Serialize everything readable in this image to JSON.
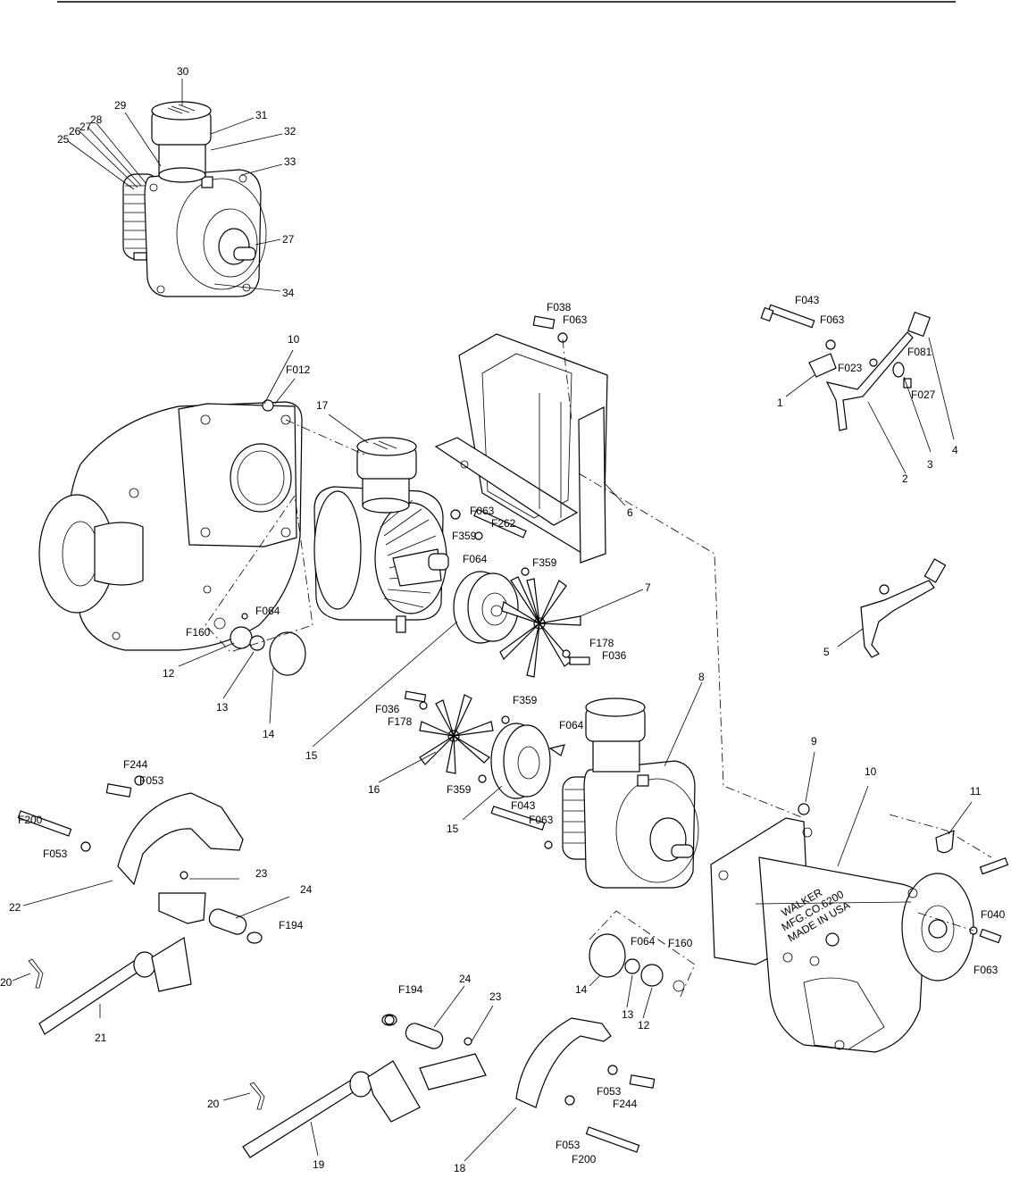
{
  "callouts": [
    {
      "id": "c30",
      "text": "30"
    },
    {
      "id": "c31",
      "text": "31"
    },
    {
      "id": "c32",
      "text": "32"
    },
    {
      "id": "c33",
      "text": "33"
    },
    {
      "id": "c29",
      "text": "29"
    },
    {
      "id": "c28",
      "text": "28"
    },
    {
      "id": "c27a",
      "text": "27"
    },
    {
      "id": "c26",
      "text": "26"
    },
    {
      "id": "c25",
      "text": "25"
    },
    {
      "id": "c27b",
      "text": "27"
    },
    {
      "id": "c34",
      "text": "34"
    },
    {
      "id": "cF038",
      "text": "F038"
    },
    {
      "id": "cF063a",
      "text": "F063"
    },
    {
      "id": "cF043a",
      "text": "F043"
    },
    {
      "id": "cF063b",
      "text": "F063"
    },
    {
      "id": "cF023",
      "text": "F023"
    },
    {
      "id": "cF081",
      "text": "F081"
    },
    {
      "id": "cF027",
      "text": "F027"
    },
    {
      "id": "c1",
      "text": "1"
    },
    {
      "id": "c2",
      "text": "2"
    },
    {
      "id": "c3",
      "text": "3"
    },
    {
      "id": "c4",
      "text": "4"
    },
    {
      "id": "c10a",
      "text": "10"
    },
    {
      "id": "cF012",
      "text": "F012"
    },
    {
      "id": "c17",
      "text": "17"
    },
    {
      "id": "c6",
      "text": "6"
    },
    {
      "id": "cF063c",
      "text": "F063"
    },
    {
      "id": "cF262",
      "text": "F262"
    },
    {
      "id": "cF359a",
      "text": "F359"
    },
    {
      "id": "cF064a",
      "text": "F064"
    },
    {
      "id": "cF359b",
      "text": "F359"
    },
    {
      "id": "c7",
      "text": "7"
    },
    {
      "id": "cF064b",
      "text": "F064"
    },
    {
      "id": "cF160a",
      "text": "F160"
    },
    {
      "id": "c12a",
      "text": "12"
    },
    {
      "id": "c13a",
      "text": "13"
    },
    {
      "id": "c14a",
      "text": "14"
    },
    {
      "id": "c15a",
      "text": "15"
    },
    {
      "id": "cF178a",
      "text": "F178"
    },
    {
      "id": "cF036a",
      "text": "F036"
    },
    {
      "id": "c5",
      "text": "5"
    },
    {
      "id": "cF036b",
      "text": "F036"
    },
    {
      "id": "cF178b",
      "text": "F178"
    },
    {
      "id": "cF359c",
      "text": "F359"
    },
    {
      "id": "cF064c",
      "text": "F064"
    },
    {
      "id": "c8",
      "text": "8"
    },
    {
      "id": "c16",
      "text": "16"
    },
    {
      "id": "cF359d",
      "text": "F359"
    },
    {
      "id": "c15b",
      "text": "15"
    },
    {
      "id": "cF043b",
      "text": "F043"
    },
    {
      "id": "cF063d",
      "text": "F063"
    },
    {
      "id": "c9",
      "text": "9"
    },
    {
      "id": "c10b",
      "text": "10"
    },
    {
      "id": "c11",
      "text": "11"
    },
    {
      "id": "cF244a",
      "text": "F244"
    },
    {
      "id": "cF053a",
      "text": "F053"
    },
    {
      "id": "cF200a",
      "text": "F200"
    },
    {
      "id": "cF053b",
      "text": "F053"
    },
    {
      "id": "c22",
      "text": "22"
    },
    {
      "id": "c23a",
      "text": "23"
    },
    {
      "id": "c24a",
      "text": "24"
    },
    {
      "id": "cF194a",
      "text": "F194"
    },
    {
      "id": "c20a",
      "text": "20"
    },
    {
      "id": "c21",
      "text": "21"
    },
    {
      "id": "cF040",
      "text": "F040"
    },
    {
      "id": "cF063e",
      "text": "F063"
    },
    {
      "id": "cF064d",
      "text": "F064"
    },
    {
      "id": "cF160b",
      "text": "F160"
    },
    {
      "id": "c14b",
      "text": "14"
    },
    {
      "id": "c13b",
      "text": "13"
    },
    {
      "id": "c12b",
      "text": "12"
    },
    {
      "id": "cF194b",
      "text": "F194"
    },
    {
      "id": "c24b",
      "text": "24"
    },
    {
      "id": "c23b",
      "text": "23"
    },
    {
      "id": "c20b",
      "text": "20"
    },
    {
      "id": "c19",
      "text": "19"
    },
    {
      "id": "c18",
      "text": "18"
    },
    {
      "id": "cF053c",
      "text": "F053"
    },
    {
      "id": "cF244b",
      "text": "F244"
    },
    {
      "id": "cF053d",
      "text": "F053"
    },
    {
      "id": "cF200b",
      "text": "F200"
    }
  ],
  "stamp": {
    "line1": "WALKER",
    "line2": "MFG.CO.6200",
    "line3": "MADE IN USA"
  }
}
